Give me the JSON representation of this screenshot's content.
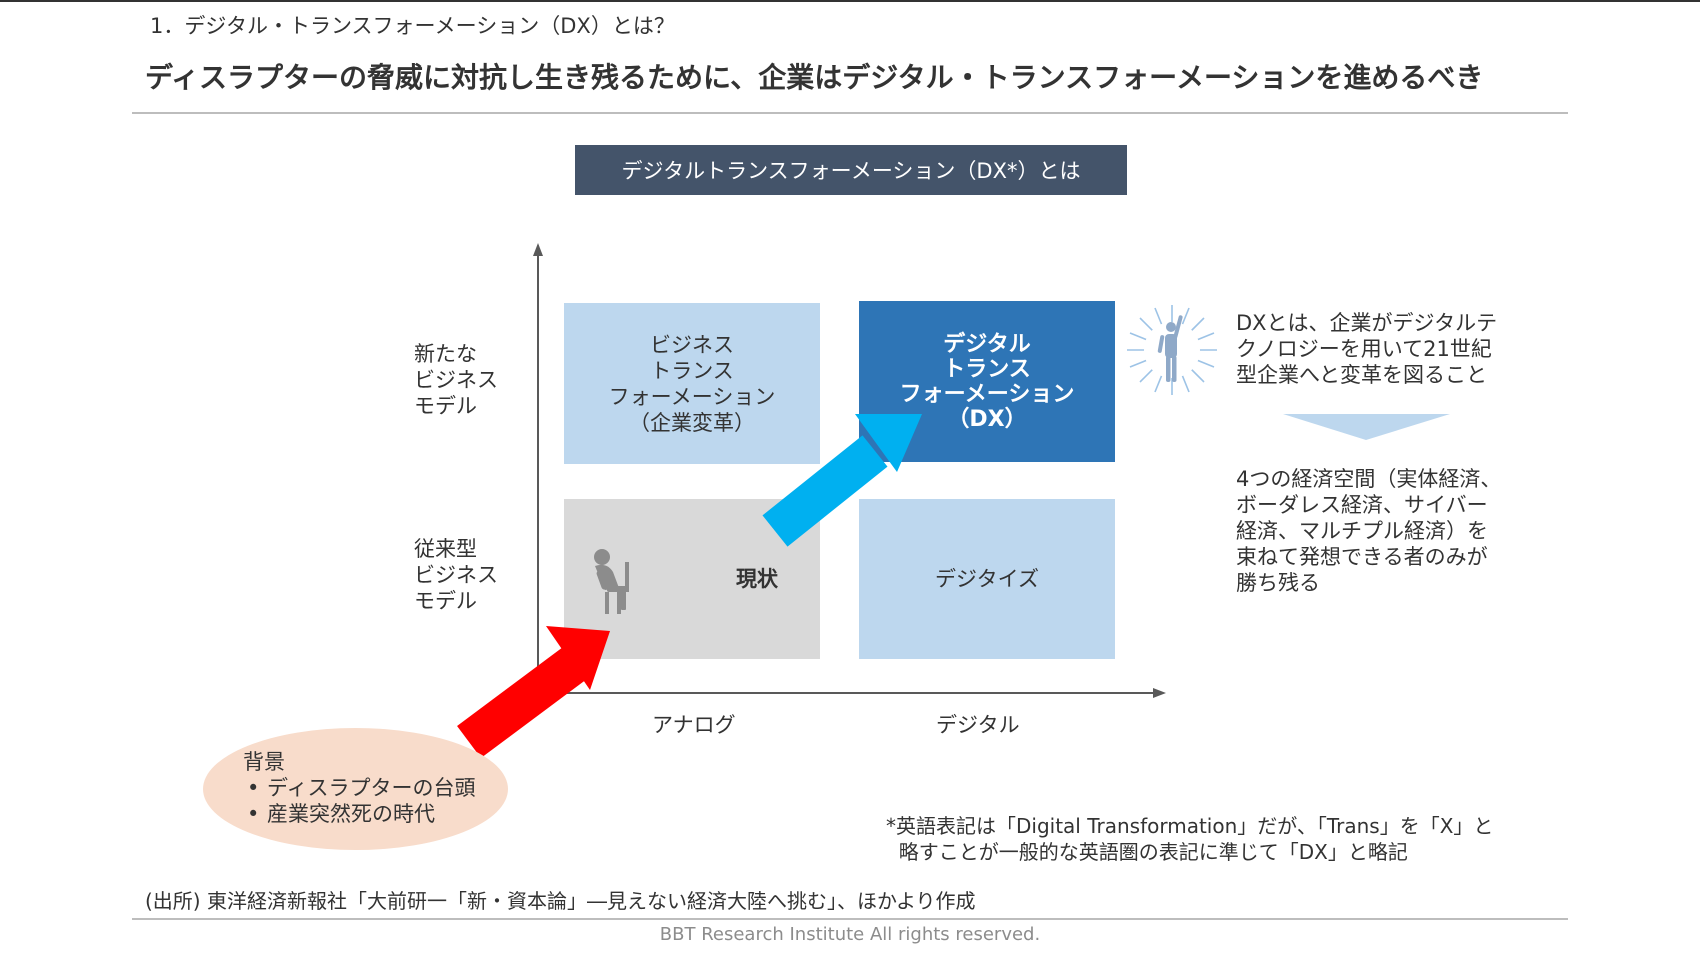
{
  "header": {
    "section_title": "1．デジタル・トランスフォーメーション（DX）とは？",
    "headline": "ディスラプターの脅威に対抗し生き残るために、企業はデジタル・トランスフォーメーションを進めるべき"
  },
  "banner": {
    "title": "デジタルトランスフォーメーション（DX*）とは"
  },
  "matrix": {
    "y_labels": {
      "top": "新たな\nビジネス\nモデル",
      "bottom": "従来型\nビジネス\nモデル"
    },
    "x_labels": {
      "left": "アナログ",
      "right": "デジタル"
    },
    "quadrants": {
      "top_left": "ビジネス\nトランス\nフォーメーション\n（企業変革）",
      "top_right": "デジタル\nトランス\nフォーメーション\n（DX）",
      "bottom_left": "現状",
      "bottom_right": "デジタイズ"
    }
  },
  "right_panel": {
    "definition": "DXとは、企業がデジタルテ\nクノロジーを用いて21世紀\n型企業へと変革を図ること",
    "conclusion": "4つの経済空間（実体経済、\nボーダレス経済、サイバー\n経済、マルチプル経済）を\n束ねて発想できる者のみが\n勝ち残る"
  },
  "background_box": {
    "title": "背景",
    "items": [
      "ディスラプターの台頭",
      "産業突然死の時代"
    ]
  },
  "note": "*英語表記は「Digital Transformation」だが、「Trans」を「X」と\n  略すことが一般的な英語圏の表記に準じて「DX」と略記",
  "source": "(出所) 東洋経済新報社「大前研一「新・資本論」―見えない経済大陸へ挑む」、ほかより作成",
  "footer": "BBT Research Institute All rights reserved.",
  "colors": {
    "banner": "#44546a",
    "quad_light": "#bdd7ee",
    "quad_gray": "#d9d9d9",
    "quad_dark": "#2e75b6",
    "arrow_red": "#ff0000",
    "arrow_cyan": "#00b0f0",
    "ellipse": "#f8dccb"
  },
  "icons": [
    "sitting-person-icon",
    "cheering-person-icon",
    "down-triangle-icon"
  ]
}
